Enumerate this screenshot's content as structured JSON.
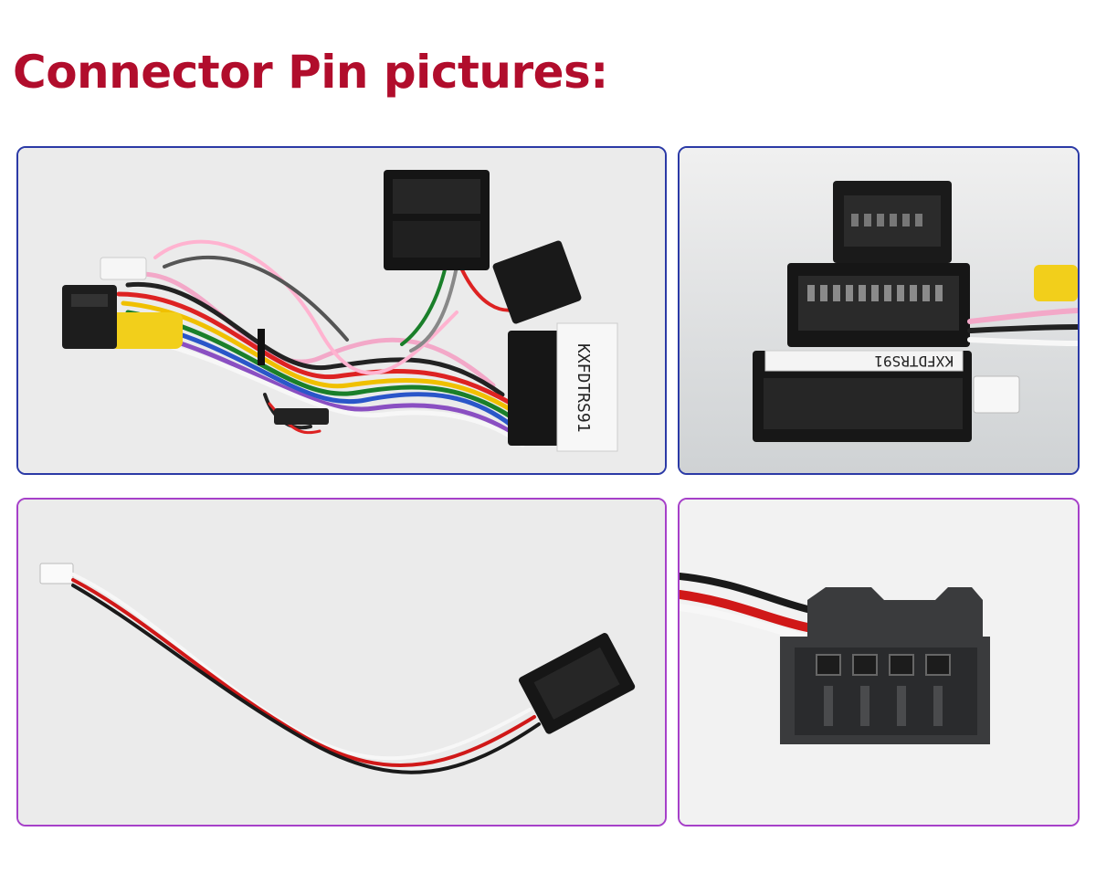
{
  "page": {
    "title": "Connector Pin pictures:",
    "title_color": "#b10d2c",
    "frame_color_top_row": "#2b3aa6",
    "frame_color_bottom_row": "#a640c9"
  },
  "photos": {
    "harness": {
      "label_text": "KXFDTRS91"
    },
    "connectors_closeup": {
      "label_text": "KXFDTRS91"
    },
    "small_cable": {},
    "plug_closeup": {}
  }
}
